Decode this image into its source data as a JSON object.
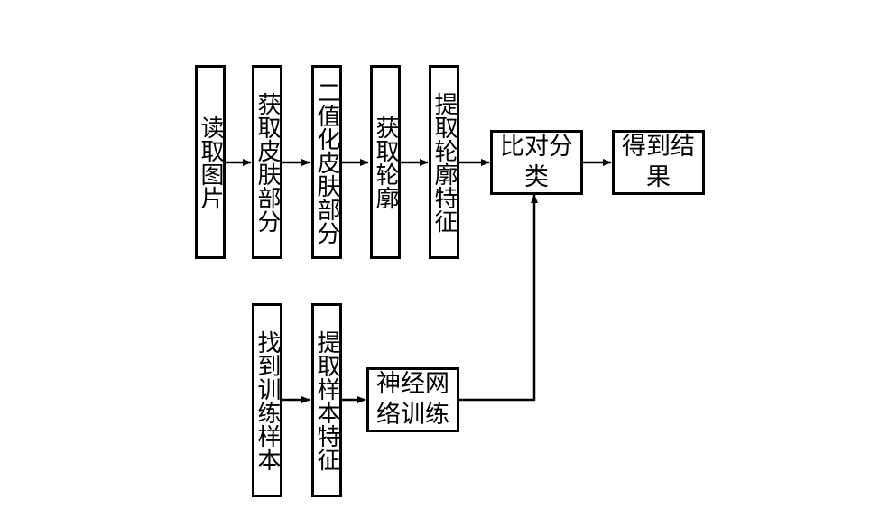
{
  "nodes": {
    "read_image": "读取图片",
    "get_skin": "获取皮肤部分",
    "binarize_skin": "二值化皮肤部分",
    "get_contour": "获取轮廓",
    "extract_contour_features": "提取轮廓特征",
    "compare_classify": "比对分类",
    "get_result": "得到结果",
    "find_training_samples": "找到训练样本",
    "extract_sample_features": "提取样本特征",
    "nn_training": "神经网络训练"
  },
  "colors": {
    "stroke": "#000000",
    "fill": "#ffffff"
  }
}
